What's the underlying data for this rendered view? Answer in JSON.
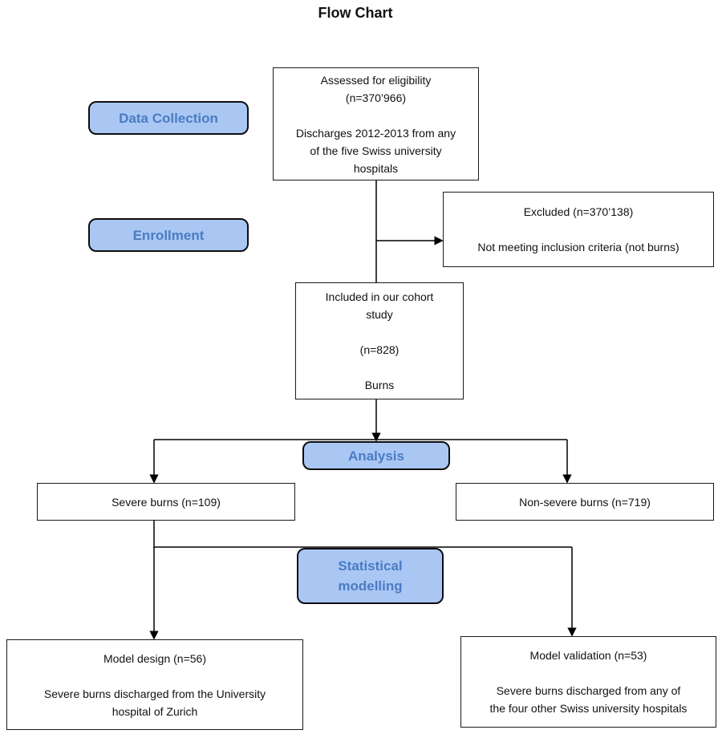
{
  "title": "Flow Chart",
  "colors": {
    "stage_fill": "#aac7f4",
    "stage_border": "#0d0d0d",
    "stage_text": "#4a7cc2",
    "box_border": "#1a1a1a",
    "connector": "#000000"
  },
  "stages": {
    "data_collection": {
      "label": "Data Collection"
    },
    "enrollment": {
      "label": "Enrollment"
    },
    "analysis": {
      "label": "Analysis"
    },
    "statistical_modelling": {
      "label": [
        "Statistical",
        "modelling"
      ]
    }
  },
  "boxes": {
    "assessed": {
      "lines": [
        "Assessed for eligibility",
        "(n=370’966)",
        "",
        "Discharges 2012-2013 from any",
        "of the five Swiss university",
        "hospitals"
      ]
    },
    "excluded": {
      "lines": [
        "Excluded (n=370’138)",
        "",
        "Not meeting inclusion criteria (not burns)"
      ]
    },
    "included": {
      "lines": [
        "Included in our cohort",
        "study",
        "",
        "(n=828)",
        "",
        "Burns"
      ]
    },
    "severe": {
      "lines": [
        "Severe burns (n=109)"
      ]
    },
    "non_severe": {
      "lines": [
        "Non-severe burns (n=719)"
      ]
    },
    "model_design": {
      "lines": [
        "Model design (n=56)",
        "",
        "Severe burns discharged from the University",
        "hospital of Zurich"
      ]
    },
    "model_validation": {
      "lines": [
        "Model validation (n=53)",
        "",
        "Severe burns discharged from any of",
        "the four other Swiss university hospitals"
      ]
    }
  }
}
